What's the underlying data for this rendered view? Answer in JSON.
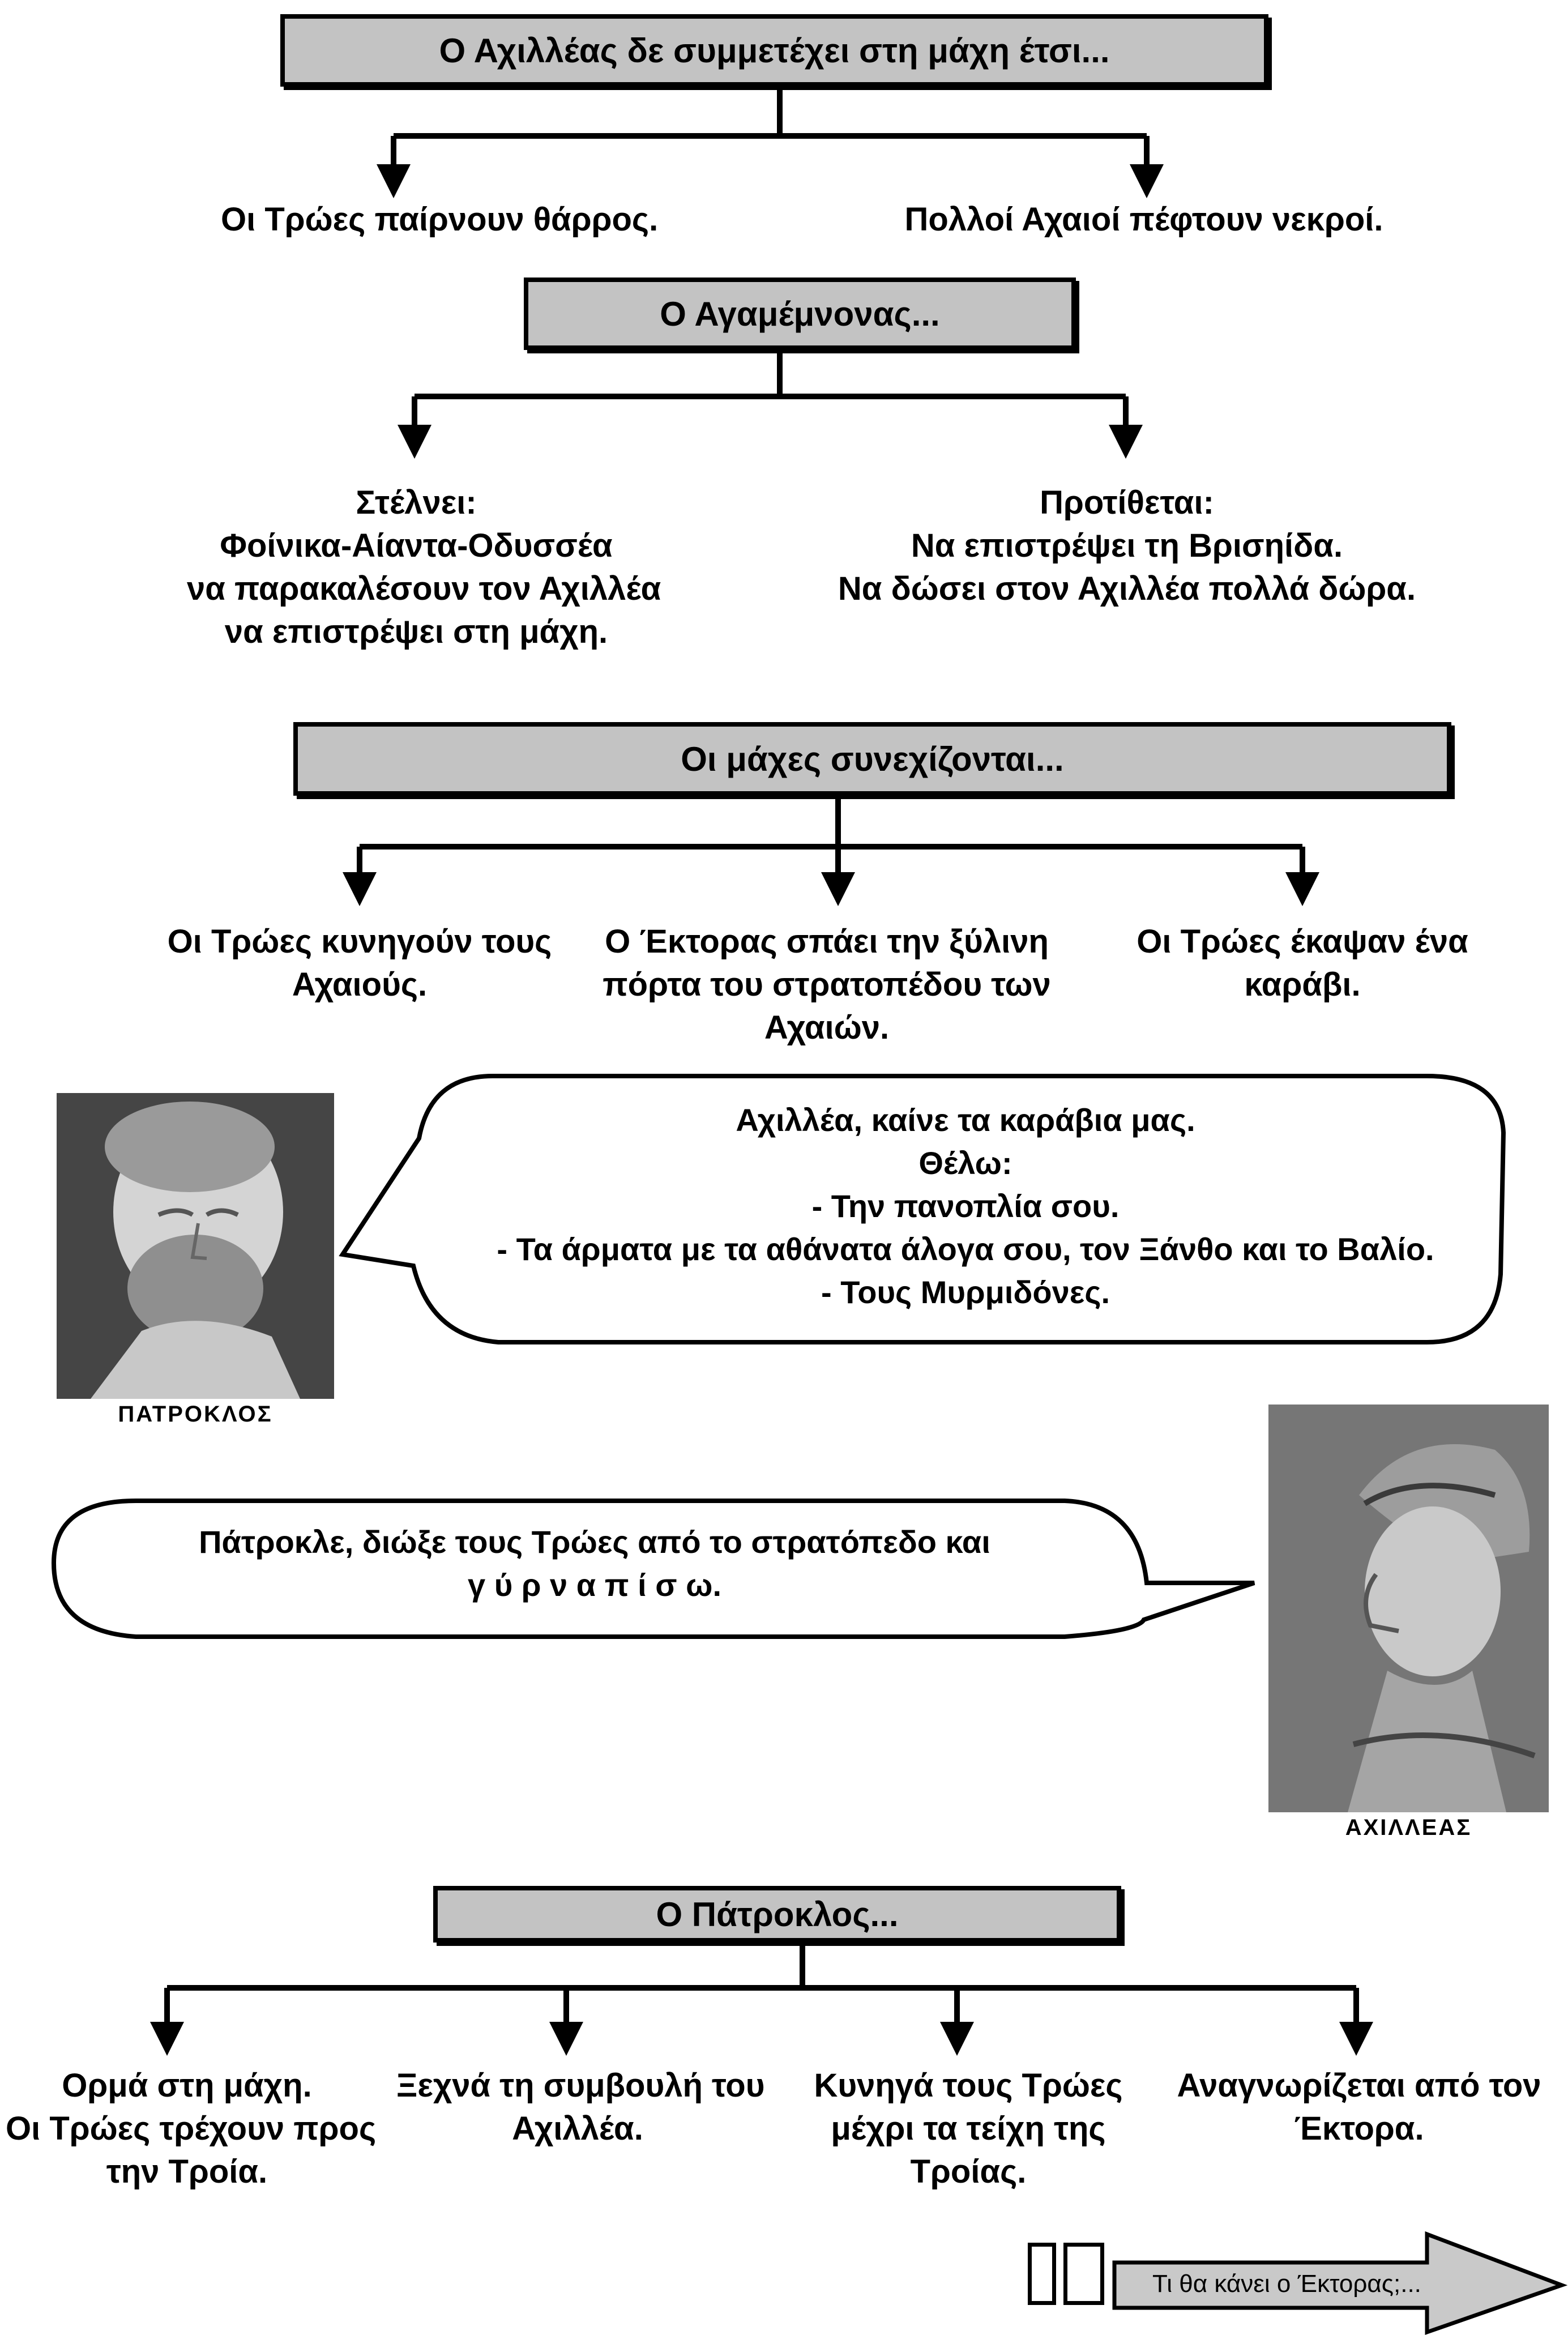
{
  "section1": {
    "header": "Ο Αχιλλέας δε συμμετέχει στη μάχη έτσι...",
    "left": [
      "Οι Τρώες παίρνουν θάρρος."
    ],
    "right": [
      "Πολλοί Αχαιοί πέφτουν νεκροί."
    ]
  },
  "section2": {
    "header": "Ο Αγαμέμνονας...",
    "left": [
      "Στέλνει:",
      "Φοίνικα-Αίαντα-Οδυσσέα",
      "να παρακαλέσουν τον Αχιλλέα",
      "να επιστρέψει στη μάχη."
    ],
    "right": [
      "Προτίθεται:",
      "Να επιστρέψει τη Βρισηίδα.",
      "Να δώσει στον Αχιλλέα πολλά δώρα."
    ]
  },
  "section3": {
    "header": "Οι μάχες συνεχίζονται...",
    "col1": [
      "Οι Τρώες κυνηγούν τους",
      "Αχαιούς."
    ],
    "col2": [
      "Ο Έκτορας σπάει την ξύλινη",
      "πόρτα του στρατοπέδου των",
      "Αχαιών."
    ],
    "col3": [
      "Οι Τρώες έκαψαν ένα",
      "καράβι."
    ]
  },
  "patroclus": {
    "caption": "ΠΑΤΡΟΚΛΟΣ",
    "speech": [
      "Αχιλλέα, καίνε τα καράβια μας.",
      "Θέλω:",
      "- Την πανοπλία σου.",
      "- Τα άρματα με τα αθάνατα άλογα σου, τον Ξάνθο και το Βαλίο.",
      "- Τους Μυρμιδόνες."
    ]
  },
  "achilles": {
    "caption": "ΑΧΙΛΛΕΑΣ",
    "speech": [
      "Πάτροκλε, διώξε τους Τρώες από το στρατόπεδο και",
      "γ ύ ρ ν α    π ί σ ω."
    ]
  },
  "section4": {
    "header": "Ο Πάτροκλος...",
    "col1": [
      "Ορμά στη μάχη.",
      "Οι Τρώες τρέχουν προς",
      "την Τροία."
    ],
    "col2": [
      "Ξεχνά τη συμβουλή του",
      "Αχιλλέα."
    ],
    "col3": [
      "Κυνηγά τους Τρώες",
      "μέχρι τα τείχη της",
      "Τροίας."
    ],
    "col4": [
      "Αναγνωρίζεται από τον",
      "Έκτορα."
    ]
  },
  "next": {
    "label": "Τι θα κάνει ο Έκτορας;..."
  },
  "colors": {
    "box_fill": "#c3c3c3",
    "line": "#000000"
  }
}
